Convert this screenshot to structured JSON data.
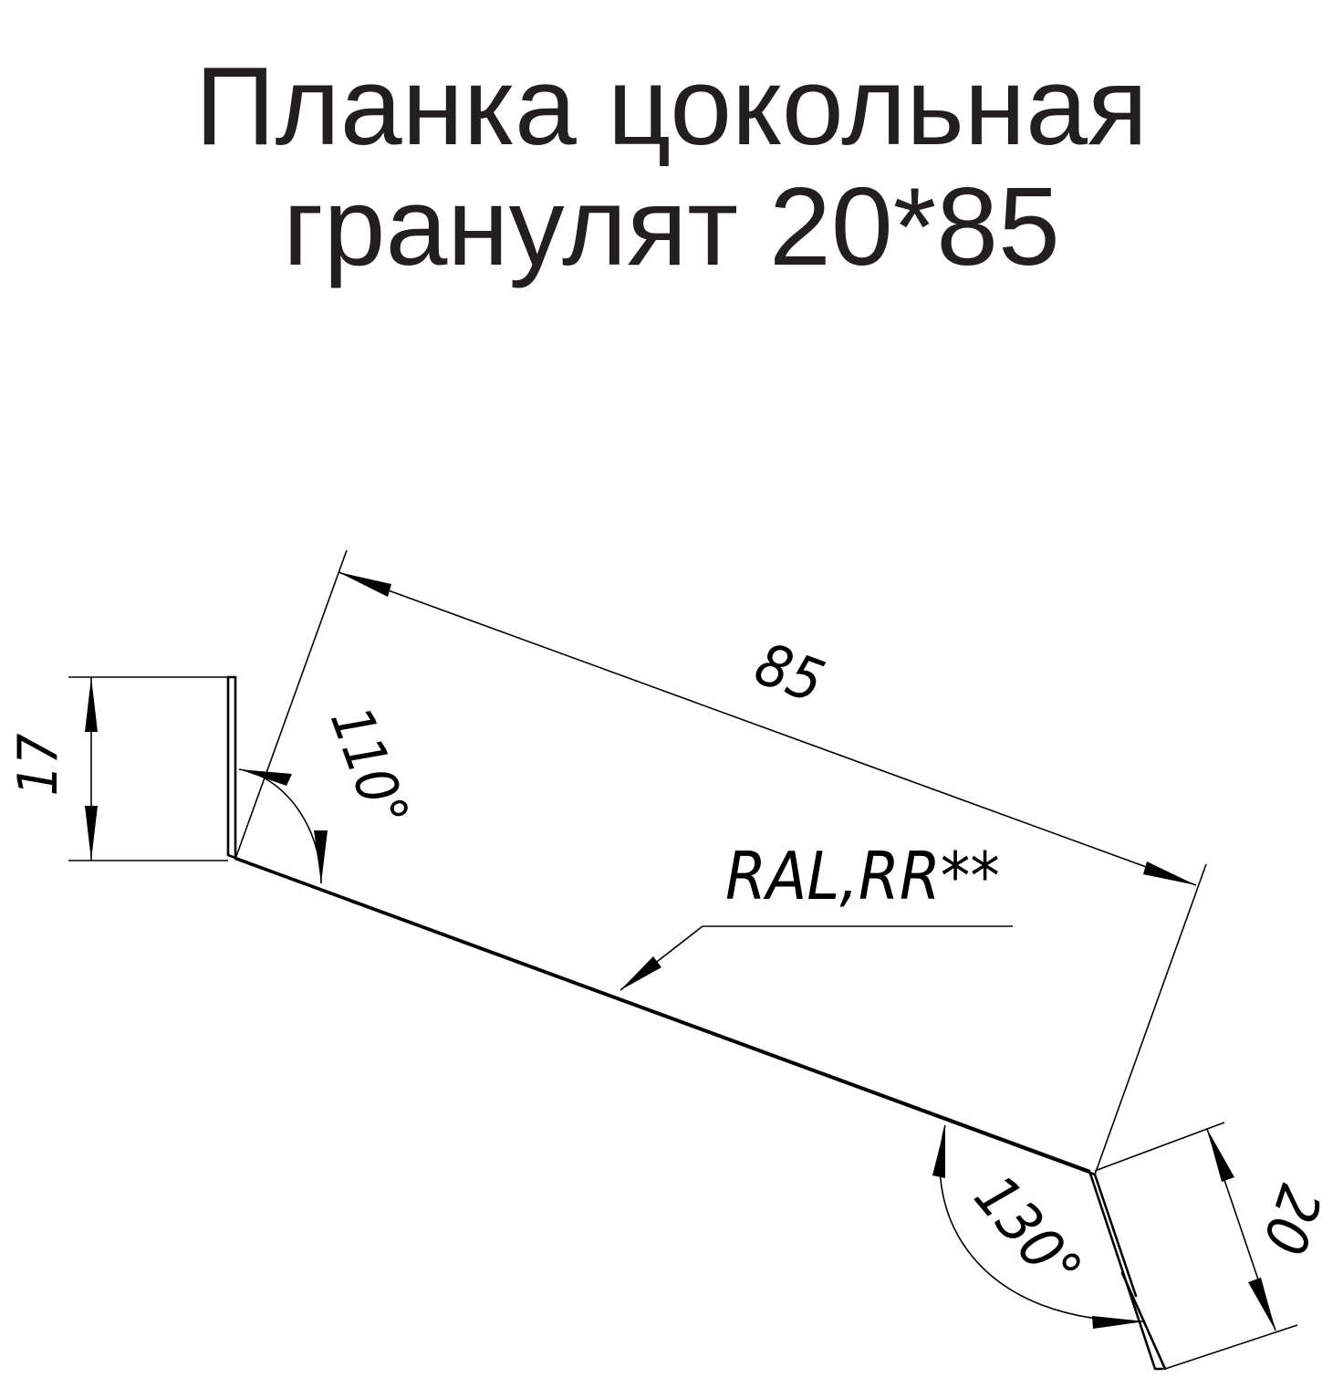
{
  "title": {
    "line1": "Планка цокольная",
    "line2": "гранулят 20*85"
  },
  "dimensions": {
    "top_length": "85",
    "left_height": "17",
    "right_height": "20",
    "angle_top": "110°",
    "angle_bottom": "130°"
  },
  "material_label": "RAL,RR**",
  "colors": {
    "ink": "#000000",
    "title": "#231f20"
  }
}
